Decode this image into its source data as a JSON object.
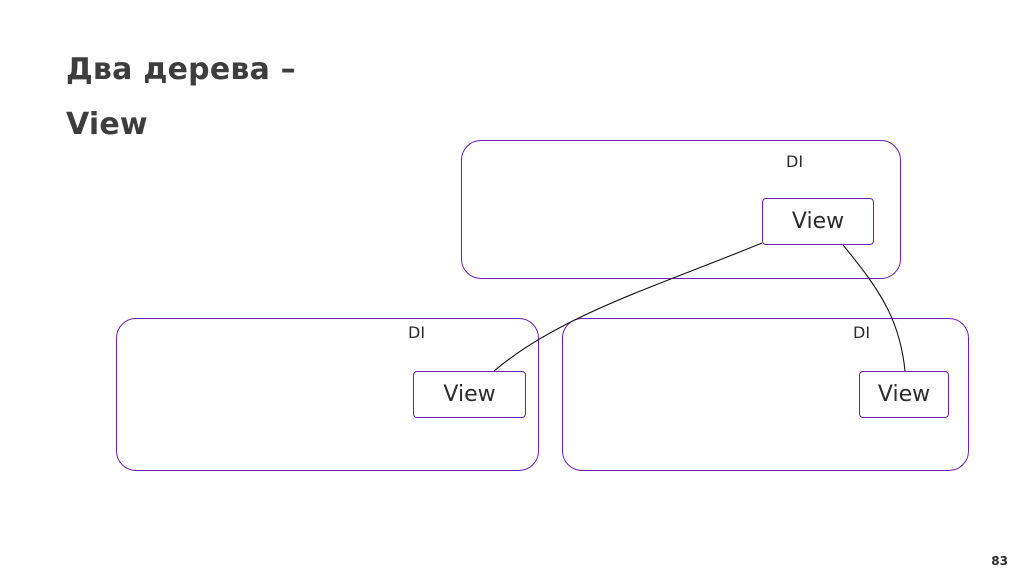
{
  "slide": {
    "title_line_1": "Два дерева –",
    "title_line_2": "View",
    "page_number": "83"
  },
  "diagram": {
    "containers": [
      {
        "id": "top",
        "label": "DI",
        "view_label": "View"
      },
      {
        "id": "bottom-left",
        "label": "DI",
        "view_label": "View"
      },
      {
        "id": "bottom-right",
        "label": "DI",
        "view_label": "View"
      }
    ],
    "links": [
      {
        "from": "top",
        "to": "bottom-left"
      },
      {
        "from": "top",
        "to": "bottom-right"
      }
    ],
    "colors": {
      "container_border": "#6a1fb5",
      "connector": "#111111",
      "title_text": "#3d3d3d"
    }
  }
}
